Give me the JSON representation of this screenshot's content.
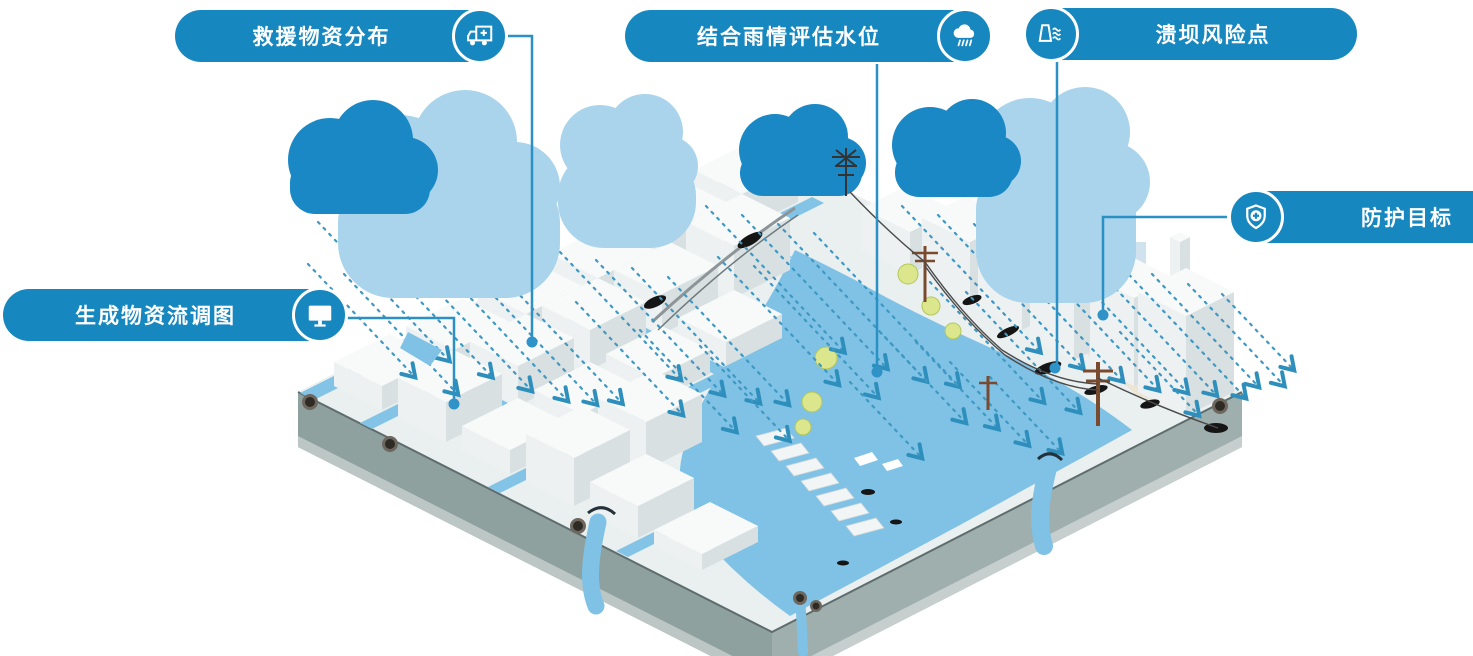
{
  "diagram": {
    "type": "isometric-flood-simulation-illustration",
    "callouts": {
      "rescue_supplies": {
        "label": "救援物资分布",
        "icon": "truck-plus-icon"
      },
      "rain_assessment": {
        "label": "结合雨情评估水位",
        "icon": "rain-cloud-icon"
      },
      "dam_risk": {
        "label": "溃坝风险点",
        "icon": "dam-icon"
      },
      "protection_target": {
        "label": "防护目标",
        "icon": "shield-plus-icon"
      },
      "flow_map": {
        "label": "生成物资流调图",
        "icon": "monitor-icon"
      }
    },
    "colors": {
      "accent": "#1787bf",
      "connector": "#2b90c4",
      "cloud_dark": "#1a88c5",
      "cloud_light": "#a9d4ec",
      "water": "#7fc2e6",
      "wall": "#93a5a3",
      "sand": "#ece5d4",
      "tree": "#dce68c"
    }
  }
}
